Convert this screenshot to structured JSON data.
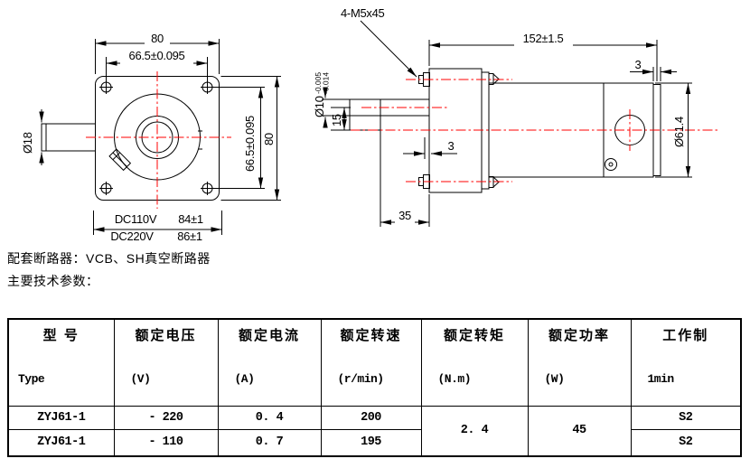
{
  "notes": {
    "breaker": "配套断路器：VCB、SH真空断路器",
    "params_heading": "主要技术参数："
  },
  "front_view": {
    "dims": {
      "overall_width": "80",
      "hole_spacing_h": "66.5±0.095",
      "shaft_diameter": "Ø18",
      "hole_spacing_v": "66.5±0.095",
      "overall_height": "80",
      "variant1_label": "DC110V",
      "variant1_dim": "84±1",
      "variant2_label": "DC220V",
      "variant2_dim": "86±1"
    }
  },
  "side_view": {
    "dims": {
      "mounting_bolts": "4-M5x45",
      "overall_length": "152±1.5",
      "shaft_diameter": "Ø10",
      "shaft_tol_upper": "-0.005",
      "shaft_tol_lower": "-0.014",
      "shaft_axis_offset": "15",
      "flange_face_gap": "3",
      "shaft_length": "35",
      "end_cap_thickness": "3",
      "body_diameter": "Ø61.4"
    }
  },
  "table": {
    "columns": [
      {
        "cn": "型 号",
        "en": "Type"
      },
      {
        "cn": "额定电压",
        "en": "(V)"
      },
      {
        "cn": "额定电流",
        "en": "(A)"
      },
      {
        "cn": "额定转速",
        "en": "(r/min)"
      },
      {
        "cn": "额定转矩",
        "en": "(N.m)"
      },
      {
        "cn": "额定功率",
        "en": "(W)"
      },
      {
        "cn": "工作制",
        "en": "1min"
      }
    ],
    "rows": [
      {
        "type": "ZYJ61-1",
        "voltage": "- 220",
        "current": "0. 4",
        "speed": "200",
        "duty": "S2"
      },
      {
        "type": "ZYJ61-1",
        "voltage": "- 110",
        "current": "0. 7",
        "speed": "195",
        "duty": "S2"
      }
    ],
    "merged": {
      "torque": "2. 4",
      "power": "45"
    }
  },
  "colors": {
    "line": "#000000",
    "centerline": "#ff0000"
  }
}
